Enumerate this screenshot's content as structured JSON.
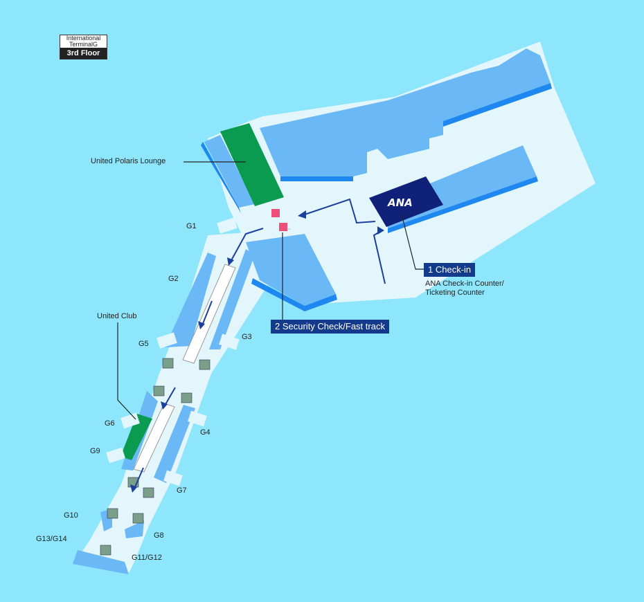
{
  "map": {
    "terminal_label": "International TerminalG",
    "floor_label": "3rd Floor",
    "logo_text": "ANA"
  },
  "callouts": {
    "checkin_title": "1 Check-in",
    "checkin_sub_1": "ANA Check-in Counter/",
    "checkin_sub_2": "Ticketing Counter",
    "security_title": "2 Security Check/Fast track"
  },
  "places": {
    "polaris": "United Polaris Lounge",
    "united_club": "United Club"
  },
  "gates": {
    "g1": "G1",
    "g2": "G2",
    "g3": "G3",
    "g4": "G4",
    "g5": "G5",
    "g6": "G6",
    "g7": "G7",
    "g8": "G8",
    "g9": "G9",
    "g10": "G10",
    "g11_12": "G11/G12",
    "g13_14": "G13/G14"
  },
  "colors": {
    "sky": "#8de6fb",
    "floor": "#e3f6fb",
    "building": "#6ab8f6",
    "building_edge": "#1e88f0",
    "lounge": "#0a9a50",
    "ana_counter": "#10217a",
    "callout": "#143a8c",
    "security": "#ee4f7a",
    "route_arrow": "#1b3f9e"
  }
}
